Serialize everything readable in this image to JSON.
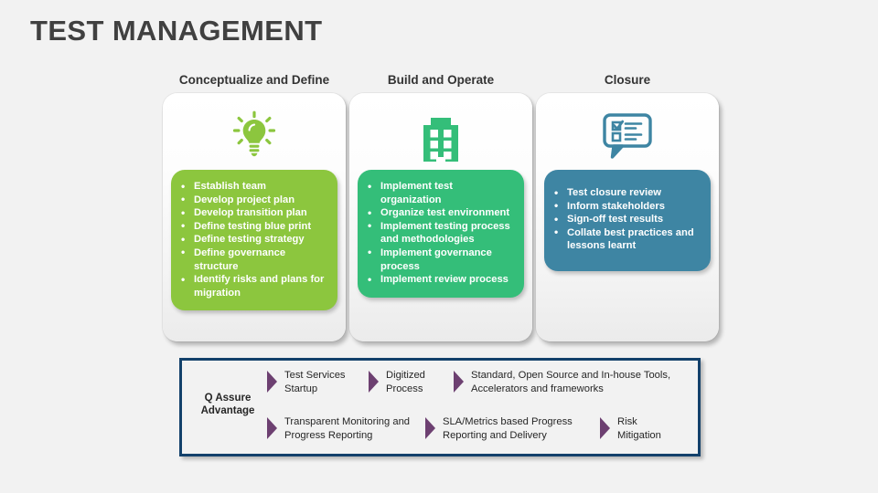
{
  "title": "TEST MANAGEMENT",
  "colors": {
    "background": "#f2f2f2",
    "title_text": "#404040",
    "phase1_green": "#8CC63E",
    "phase2_green": "#34BE79",
    "phase3_teal": "#3E85A3",
    "panel_border_navy": "#13416B",
    "arrow_purple": "#6D4071"
  },
  "phases": [
    {
      "header": "Conceptualize and Define",
      "icon": "lightbulb-icon",
      "items": [
        "Establish team",
        "Develop project plan",
        "Develop transition plan",
        "Define testing blue print",
        "Define testing strategy",
        "Define governance structure",
        "Identify risks and plans for migration"
      ]
    },
    {
      "header": "Build and Operate",
      "icon": "building-icon",
      "items": [
        "Implement test organization",
        "Organize test environment",
        "Implement testing process and methodologies",
        "Implement governance process",
        "Implement review process"
      ]
    },
    {
      "header": "Closure",
      "icon": "checklist-speech-bubble-icon",
      "items": [
        "Test closure review",
        "Inform stakeholders",
        "Sign-off test results",
        "Collate best practices and lessons learnt"
      ]
    }
  ],
  "advantage": {
    "label": "Q Assure Advantage",
    "items": [
      "Test Services Startup",
      "Digitized Process",
      "Standard, Open Source and In-house Tools, Accelerators and frameworks",
      "Transparent Monitoring and Progress Reporting",
      "SLA/Metrics based Progress Reporting and Delivery",
      "Risk Mitigation"
    ]
  }
}
